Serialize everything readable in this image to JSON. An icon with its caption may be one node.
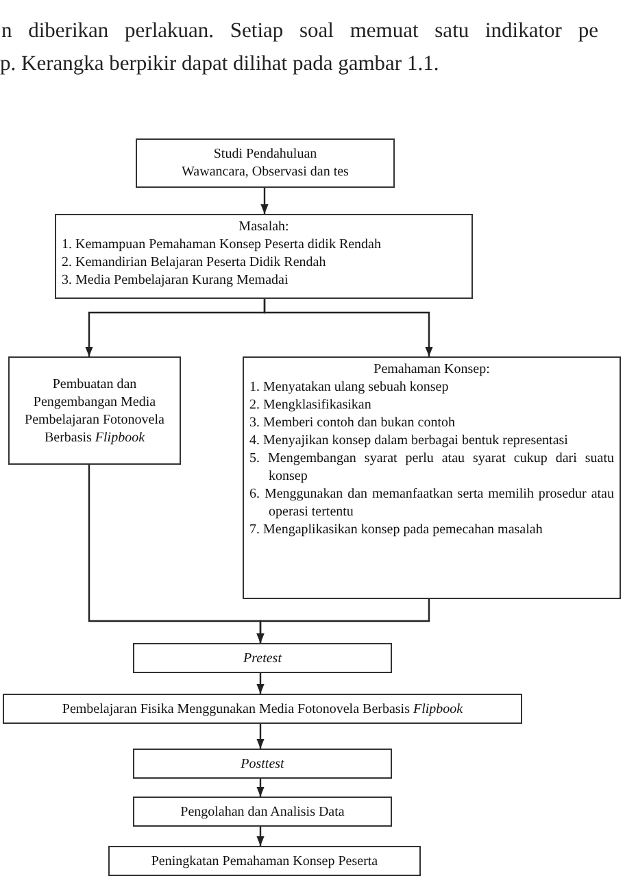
{
  "diagram": {
    "nodes": [
      {
        "text": [
          "Studi Pendahuluan",
          "Wawancara, Observasi dan tes"
        ]
      },
      {
        "text": [
          "Masalah:",
          "1. Kemampuan Pemahaman Konsep Peserta didik Rendah",
          "2. Kemandirian Belajaran Peserta Didik Rendah",
          "3. Media Pembelajaran Kurang Memadai"
        ]
      },
      {
        "text": [
          "Pembuatan dan Pengembangan Media Pembelajaran Fotonovela Berbasis *Flipbook*"
        ]
      },
      {
        "text": [
          "Pemahaman Konsep:",
          "1. Menyatakan ulang sebuah konsep",
          "2. Mengklasifikasikan",
          "3. Memberi contoh dan bukan contoh",
          "4. Menyajikan konsep dalam berbagai bentuk representasi",
          "5. Mengembangan syarat perlu atau syarat cukup dari suatu konsep",
          "6. Menggunakan dan memanfaatkan serta memilih prosedur atau operasi tertentu",
          "7. Mengaplikasikan konsep pada pemecahan masalah"
        ]
      },
      {
        "text": [
          "Pretest"
        ]
      },
      {
        "text": [
          "Pembelajaran Fisika Menggunakan Media Fotonovela Berbasis *Flipbook*"
        ]
      },
      {
        "text": [
          "Posttest"
        ]
      },
      {
        "text": [
          "Pengolahan dan Analisis Data"
        ]
      },
      {
        "text": [
          "Peningkatan Pemahaman Konsep Peserta"
        ]
      }
    ],
    "edges": [
      {
        "from": 0,
        "to": 1,
        "arrow": "to"
      },
      {
        "from": 1,
        "to": 2,
        "arrow": "to"
      },
      {
        "from": 1,
        "to": 3,
        "arrow": "to"
      },
      {
        "from": 2,
        "to": 4,
        "arrow": "to"
      },
      {
        "from": 3,
        "to": 4,
        "arrow": "to"
      },
      {
        "from": 4,
        "to": 5,
        "arrow": "to"
      },
      {
        "from": 5,
        "to": 6,
        "arrow": "to"
      },
      {
        "from": 6,
        "to": 7,
        "arrow": "to"
      },
      {
        "from": 7,
        "to": 8,
        "arrow": "to"
      }
    ],
    "labels": [
      "n diberikan perlakuan. Setiap soal memuat satu indikator pe",
      "p. Kerangka berpikir dapat dilihat pada gambar 1.1."
    ]
  }
}
